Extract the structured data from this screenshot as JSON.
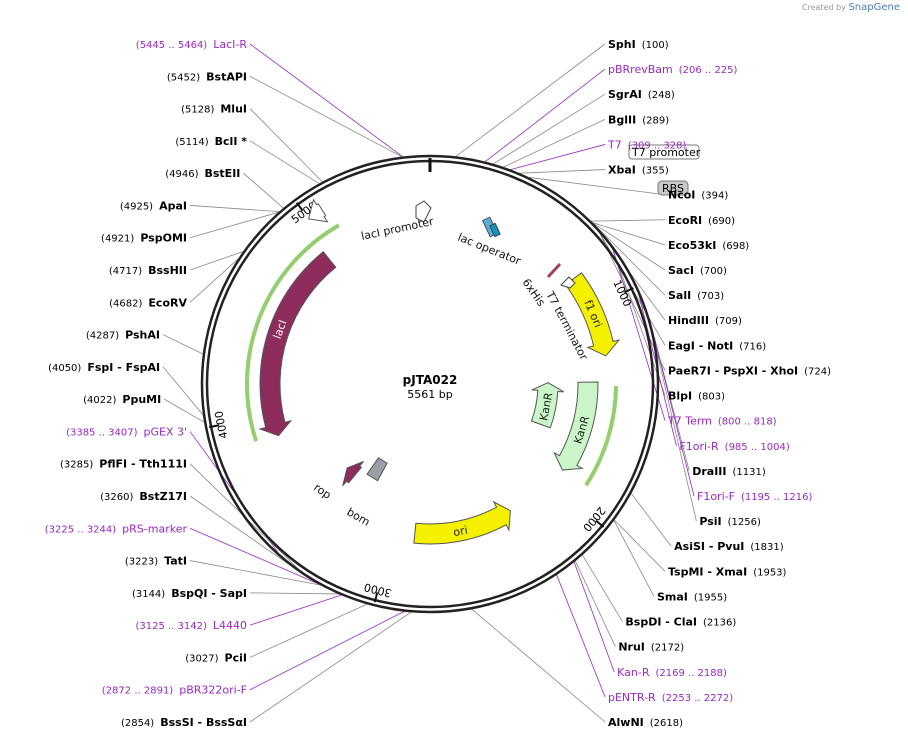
{
  "credit": {
    "prefix": "Created by",
    "brand": "SnapGene"
  },
  "plasmid": {
    "name": "pJTA022",
    "size": "5561 bp",
    "length": 5561
  },
  "features": [
    {
      "name": "lacI",
      "start": 3880,
      "end": 4960,
      "dir": "ccw",
      "color": "#8e2c5e",
      "label": "lacI"
    },
    {
      "name": "lacI promoter",
      "start": 5000,
      "end": 5070,
      "dir": "ccw",
      "color": "#ffffff"
    },
    {
      "name": "KanR",
      "start": 1380,
      "end": 1900,
      "dir": "cw",
      "color": "#c9f5c8",
      "label": "KanR"
    },
    {
      "name": "KanR-inner",
      "start": 1380,
      "end": 1700,
      "dir": "ccw",
      "color": "#c9f5c8",
      "label": "KanR"
    },
    {
      "name": "f1 ori",
      "start": 830,
      "end": 1250,
      "dir": "cw",
      "color": "#f4f000",
      "label": "f1 ori"
    },
    {
      "name": "ori",
      "start": 2280,
      "end": 2870,
      "dir": "ccw",
      "color": "#f4f000",
      "label": "ori"
    },
    {
      "name": "rop",
      "start": 3390,
      "end": 3470,
      "dir": "cw",
      "color": "#8e2c5e"
    },
    {
      "name": "bom",
      "start": 3220,
      "end": 3320,
      "dir": "none",
      "color": "#9aa0a6"
    }
  ],
  "feature_labels": [
    {
      "text": "lacI promoter"
    },
    {
      "text": "lac operator"
    },
    {
      "text": "6xHis"
    },
    {
      "text": "T7 terminator"
    },
    {
      "text": "rop"
    },
    {
      "text": "bom"
    }
  ],
  "boxed_labels": [
    {
      "text": "T7 promoter"
    },
    {
      "text": "RBS"
    }
  ],
  "ticks": [
    {
      "pos": 1000,
      "label": "1000"
    },
    {
      "pos": 2000,
      "label": "2000"
    },
    {
      "pos": 3000,
      "label": "3000"
    },
    {
      "pos": 4000,
      "label": "4000"
    },
    {
      "pos": 5000,
      "label": "5000"
    }
  ],
  "enzymes": [
    {
      "name": "BstAPI",
      "pos": "(5452)",
      "bp": 5452
    },
    {
      "name": "SphI",
      "pos": "(100)",
      "bp": 100
    },
    {
      "name": "SgrAI",
      "pos": "(248)",
      "bp": 248
    },
    {
      "name": "BglII",
      "pos": "(289)",
      "bp": 289
    },
    {
      "name": "XbaI",
      "pos": "(355)",
      "bp": 355
    },
    {
      "name": "NcoI",
      "pos": "(394)",
      "bp": 394
    },
    {
      "name": "EcoRI",
      "pos": "(690)",
      "bp": 690
    },
    {
      "name": "Eco53kI",
      "pos": "(698)",
      "bp": 698
    },
    {
      "name": "SacI",
      "pos": "(700)",
      "bp": 700
    },
    {
      "name": "SalI",
      "pos": "(703)",
      "bp": 703
    },
    {
      "name": "HindIII",
      "pos": "(709)",
      "bp": 709
    },
    {
      "name": "EagI  - NotI",
      "pos": "(716)",
      "bp": 716
    },
    {
      "name": "PaeR7I  - PspXI  - XhoI",
      "pos": "(724)",
      "bp": 724
    },
    {
      "name": "BlpI",
      "pos": "(803)",
      "bp": 803
    },
    {
      "name": "DraIII",
      "pos": "(1131)",
      "bp": 1131
    },
    {
      "name": "PsiI",
      "pos": "(1256)",
      "bp": 1256
    },
    {
      "name": "AsiSI  - PvuI",
      "pos": "(1831)",
      "bp": 1831
    },
    {
      "name": "TspMI  - XmaI",
      "pos": "(1953)",
      "bp": 1953
    },
    {
      "name": "SmaI",
      "pos": "(1955)",
      "bp": 1955
    },
    {
      "name": "BspDI  - ClaI",
      "pos": "(2136)",
      "bp": 2136
    },
    {
      "name": "NruI",
      "pos": "(2172)",
      "bp": 2172
    },
    {
      "name": "AlwNI",
      "pos": "(2618)",
      "bp": 2618
    },
    {
      "name": "BssSI  - BssSαI",
      "pos": "(2854)",
      "bp": 2854
    },
    {
      "name": "PciI",
      "pos": "(3027)",
      "bp": 3027
    },
    {
      "name": "BspQI  - SapI",
      "pos": "(3144)",
      "bp": 3144
    },
    {
      "name": "TatI",
      "pos": "(3223)",
      "bp": 3223
    },
    {
      "name": "BstZ17I",
      "pos": "(3260)",
      "bp": 3260
    },
    {
      "name": "PflFI  - Tth111I",
      "pos": "(3285)",
      "bp": 3285
    },
    {
      "name": "FspI  - FspAI",
      "pos": "(4050)",
      "bp": 4050
    },
    {
      "name": "PpuMI",
      "pos": "(4022)",
      "bp": 4022
    },
    {
      "name": "PshAI",
      "pos": "(4287)",
      "bp": 4287
    },
    {
      "name": "BssHII",
      "pos": "(4717)",
      "bp": 4717
    },
    {
      "name": "EcoRV",
      "pos": "(4682)",
      "bp": 4682
    },
    {
      "name": "BstEII",
      "pos": "(4946)",
      "bp": 4946
    },
    {
      "name": "ApaI",
      "pos": "(4925)",
      "bp": 4925
    },
    {
      "name": "PspOMI",
      "pos": "(4921)",
      "bp": 4921
    },
    {
      "name": "MluI",
      "pos": "(5128)",
      "bp": 5128
    },
    {
      "name": "BclI *",
      "pos": "(5114)",
      "bp": 5114
    }
  ],
  "primers": [
    {
      "name": "LacI-R",
      "range": "(5445 .. 5464)",
      "bp": 5455
    },
    {
      "name": "pBRrevBam",
      "range": "(206 .. 225)",
      "bp": 215
    },
    {
      "name": "T7",
      "range": "(309 .. 328)",
      "bp": 318
    },
    {
      "name": "T7 Term",
      "range": "(800 .. 818)",
      "bp": 809
    },
    {
      "name": "F1ori-R",
      "range": "(985 .. 1004)",
      "bp": 994
    },
    {
      "name": "F1ori-F",
      "range": "(1195 .. 1216)",
      "bp": 1205
    },
    {
      "name": "Kan-R",
      "range": "(2169 .. 2188)",
      "bp": 2178
    },
    {
      "name": "pENTR-R",
      "range": "(2253 .. 2272)",
      "bp": 2262
    },
    {
      "name": "pBR322ori-F",
      "range": "(2872 .. 2891)",
      "bp": 2881
    },
    {
      "name": "L4440",
      "range": "(3125 .. 3142)",
      "bp": 3133
    },
    {
      "name": "pRS-marker",
      "range": "(3225 .. 3244)",
      "bp": 3234
    },
    {
      "name": "pGEX 3'",
      "range": "(3385 .. 3407)",
      "bp": 3396
    }
  ]
}
